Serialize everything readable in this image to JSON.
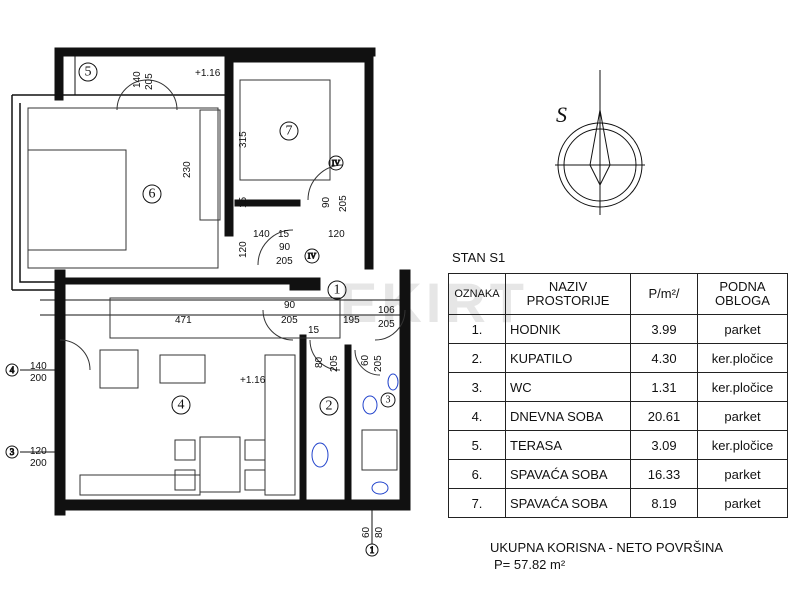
{
  "compass_label": "S",
  "title": "STAN S1",
  "table": {
    "headers": {
      "oznaka": "OZNAKA",
      "naziv": "NAZIV PROSTORIJE",
      "povrsina": "P/m²/",
      "obloga": "PODNA OBLOGA"
    },
    "rows": [
      {
        "oznaka": "1.",
        "naziv": "HODNIK",
        "povrsina": "3.99",
        "obloga": "parket"
      },
      {
        "oznaka": "2.",
        "naziv": "KUPATILO",
        "povrsina": "4.30",
        "obloga": "ker.pločice"
      },
      {
        "oznaka": "3.",
        "naziv": "WC",
        "povrsina": "1.31",
        "obloga": "ker.pločice"
      },
      {
        "oznaka": "4.",
        "naziv": "DNEVNA SOBA",
        "povrsina": "20.61",
        "obloga": "parket"
      },
      {
        "oznaka": "5.",
        "naziv": "TERASA",
        "povrsina": "3.09",
        "obloga": "ker.pločice"
      },
      {
        "oznaka": "6.",
        "naziv": "SPAVAĆA SOBA",
        "povrsina": "16.33",
        "obloga": "parket"
      },
      {
        "oznaka": "7.",
        "naziv": "SPAVAĆA SOBA",
        "povrsina": "8.19",
        "obloga": "parket"
      }
    ]
  },
  "summary": {
    "line1": "UKUPNA KORISNA - NETO POVRŠINA",
    "line2": "P= 57.82 m²"
  },
  "plan_labels": {
    "rooms": [
      "5",
      "6",
      "7",
      "4",
      "2",
      "3",
      "1"
    ],
    "dims": {
      "d140_5": "140",
      "d205_5": "205",
      "lvl_5": "+1.16",
      "d315": "315",
      "d230": "230",
      "d90_7": "90",
      "d205_7": "205",
      "d140": "140",
      "d15a": "15",
      "d120": "120",
      "d15b": "15",
      "d120v": "120",
      "d90_1": "90",
      "d205_1": "205",
      "d90_2": "90",
      "d205_2": "205",
      "d471": "471",
      "d15c": "15",
      "d195": "195",
      "d106": "106",
      "d205_3": "205",
      "d80": "80",
      "d205_4": "205",
      "d60": "60",
      "d205_6": "205",
      "lvl_4": "+1.16",
      "w4_a": "140",
      "w4_b": "200",
      "w3_a": "120",
      "w3_b": "200",
      "d60b": "60",
      "d80b": "80"
    },
    "markers": {
      "iv1": "IV",
      "iv2": "IV",
      "m4": "4",
      "m3": "3",
      "m1": "1"
    }
  }
}
